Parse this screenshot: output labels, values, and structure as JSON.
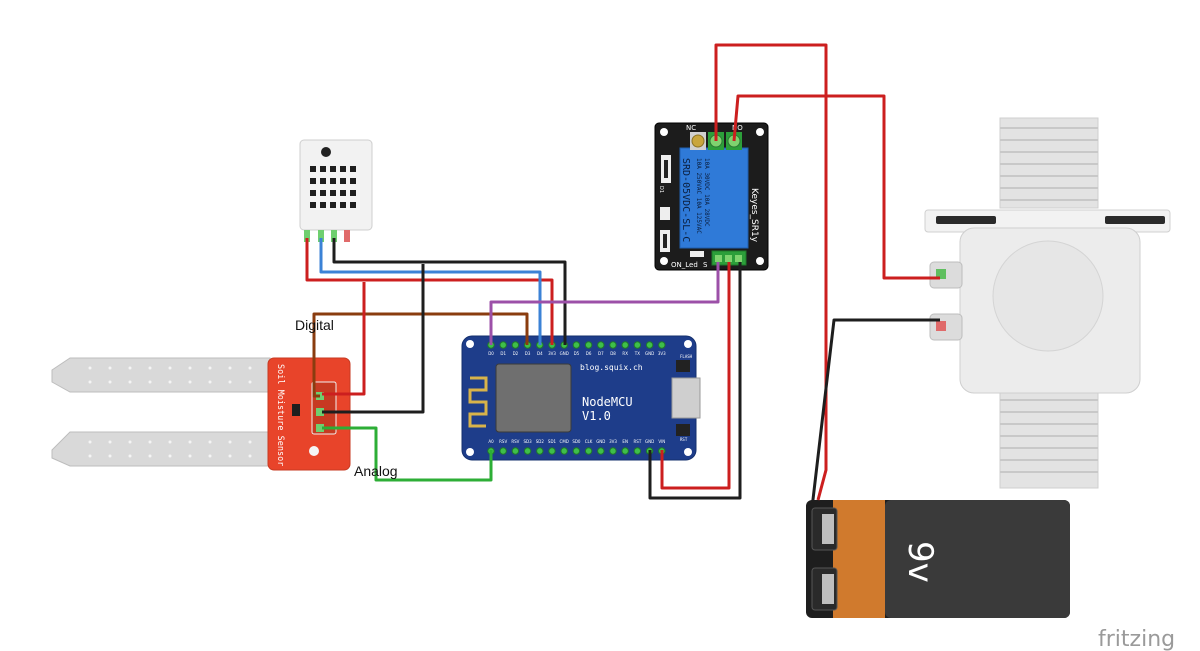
{
  "labels": {
    "digital": "Digital",
    "analog": "Analog",
    "watermark": "fritzing"
  },
  "nodemcu": {
    "name": "NodeMCU",
    "version": "V1.0",
    "site": "blog.squix.ch",
    "pins_top": [
      "D0",
      "D1",
      "D2",
      "D3",
      "D4",
      "3V3",
      "GND",
      "D5",
      "D6",
      "D7",
      "D8",
      "RX",
      "TX",
      "GND",
      "3V3"
    ],
    "pins_bottom": [
      "A0",
      "RSV",
      "RSV",
      "SD3",
      "SD2",
      "SD1",
      "CMD",
      "SD0",
      "CLK",
      "GND",
      "3V3",
      "EN",
      "RST",
      "GND",
      "VIN"
    ],
    "flash": "FLASH",
    "rst": "RST"
  },
  "relay": {
    "brand": "Keyes_SR1y",
    "model": "SRD-05VDC-SL-C",
    "spec1": "10A 250VAC 10A 125VAC",
    "spec2": "10A 30VDC 10A 28VDC",
    "nc": "NC",
    "no": "NO",
    "led": "ON_Led",
    "s": "S",
    "d1": "D1"
  },
  "soil": {
    "label": "Soil Moisture Sensor"
  },
  "battery": {
    "label": "9v"
  },
  "colors": {
    "red": "#cc1f1f",
    "black": "#1e1e1e",
    "blue": "#3b82d6",
    "brown": "#8a3c0f",
    "purple": "#9c50a8",
    "green": "#2dae36",
    "board_blue": "#1e3d8a",
    "relay_blue": "#2f7ad8",
    "soil_red": "#e8442a"
  }
}
